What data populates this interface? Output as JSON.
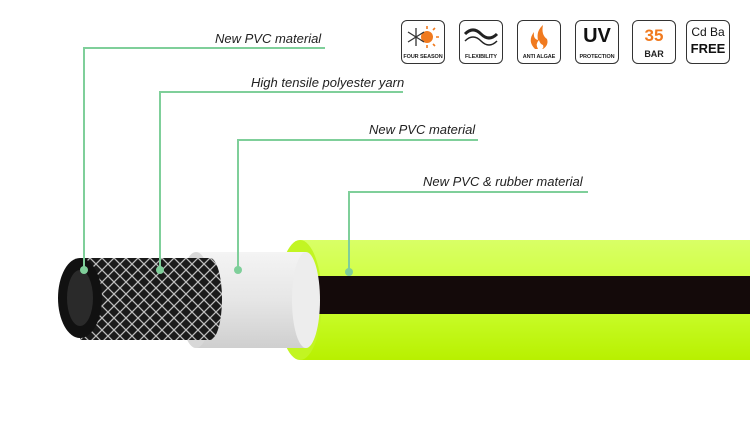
{
  "layers": [
    {
      "label": "New PVC material"
    },
    {
      "label": "High tensile polyester yarn"
    },
    {
      "label": "New PVC material"
    },
    {
      "label": "New PVC & rubber material"
    }
  ],
  "features": [
    {
      "icon": "sun-snowflake-icon",
      "caption": "FOUR SEASON"
    },
    {
      "icon": "wave-flexibility-icon",
      "caption": "FLEXIBILITY"
    },
    {
      "icon": "flame-algae-icon",
      "caption": "ANTI ALGAE"
    },
    {
      "icon": "uv-icon",
      "main": "UV",
      "caption": "PROTECTION"
    },
    {
      "icon": "pressure-icon",
      "main": "35",
      "caption": "BAR"
    },
    {
      "icon": "cd-ba-free-icon",
      "line1": "Cd Ba",
      "line2": "FREE"
    }
  ],
  "colors": {
    "hose_green": "#ccff33",
    "hose_stripe": "#140a0a",
    "white_layer": "#e6e6e6",
    "leader_line": "#7fcf9a",
    "orange": "#f07a1f"
  }
}
